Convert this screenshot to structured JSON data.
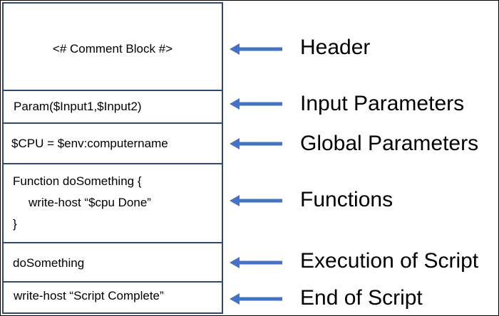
{
  "blocks": {
    "header": "<# Comment Block #>",
    "input": "Param($Input1,$Input2)",
    "global": "$CPU = $env:computername",
    "function": {
      "line1": "Function doSomething {",
      "line2": "write-host “$cpu Done”",
      "line3": "}"
    },
    "execution": "doSomething",
    "end": "write-host “Script Complete”"
  },
  "labels": {
    "header": "Header",
    "input": "Input Parameters",
    "global": "Global Parameters",
    "functions": "Functions",
    "execution": "Execution of Script",
    "end": "End of Script"
  },
  "colors": {
    "arrow": "#4472c4",
    "box_border": "#2e4a74"
  },
  "icons": [
    "arrow-left-icon"
  ]
}
